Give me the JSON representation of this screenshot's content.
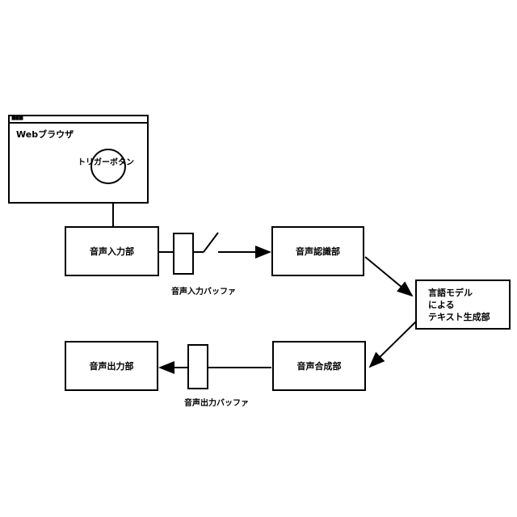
{
  "browser": {
    "title": "Webブラウザ",
    "trigger_button": "トリガーボタン"
  },
  "blocks": {
    "audio_input": "音声入力部",
    "speech_recognition": "音声認識部",
    "llm_text_gen": [
      "言語モデル",
      "による",
      "テキスト生成部"
    ],
    "speech_synthesis": "音声合成部",
    "audio_output": "音声出力部"
  },
  "buffers": {
    "input_buffer": "音声入力バッファ",
    "output_buffer": "音声出力バッファ"
  }
}
